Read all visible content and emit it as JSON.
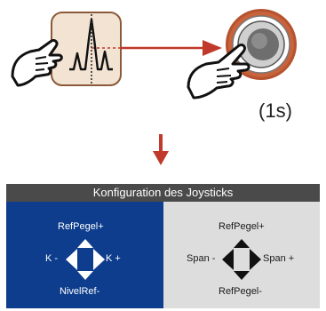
{
  "diagram": {
    "press_duration": "(1s)"
  },
  "panel": {
    "title": "Konfiguration des Joysticks",
    "left": {
      "up": "RefPegel+",
      "left": "K -",
      "right": "K +",
      "down": "NivelRef-"
    },
    "right": {
      "up": "RefPegel+",
      "left": "Span -",
      "right": "Span +",
      "down": "RefPegel-"
    }
  },
  "colors": {
    "left_panel": "#0d3d8c",
    "right_panel": "#dddddd",
    "title_bar": "#4a4a4a",
    "arrow": "#c0392b",
    "joystick_ring": "#b5532f"
  }
}
